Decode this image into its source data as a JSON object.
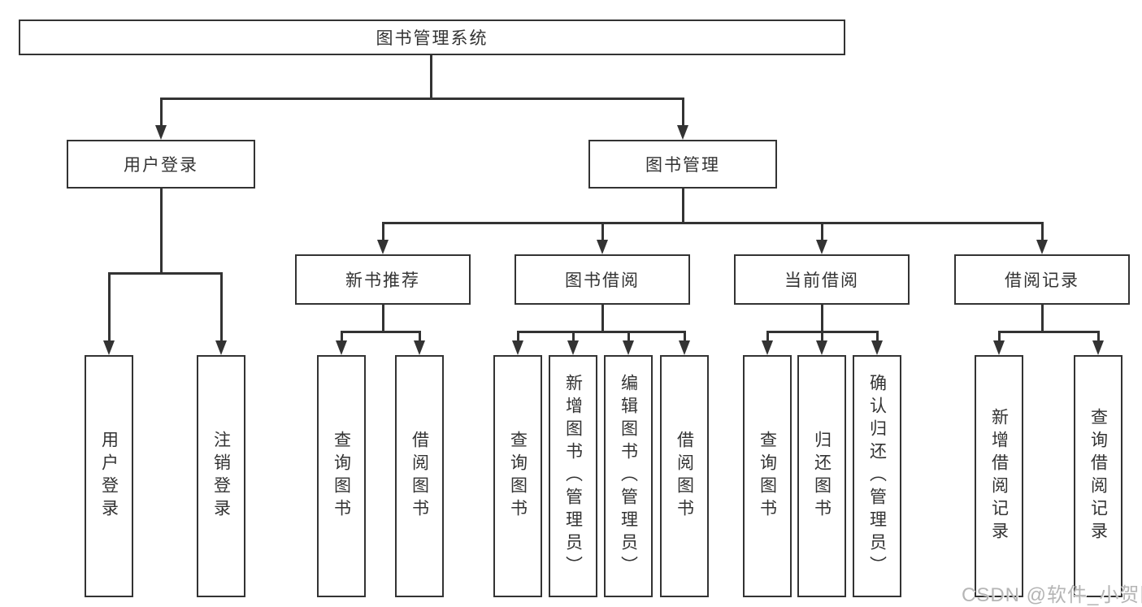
{
  "diagram": {
    "root": "图书管理系统",
    "branches": {
      "user": "用户登录",
      "books": "图书管理"
    },
    "modules": {
      "recommend": "新书推荐",
      "borrow": "图书借阅",
      "current": "当前借阅",
      "records": "借阅记录"
    },
    "leaves": {
      "user_login": "用户登录",
      "user_logout": "注销登录",
      "rec_query_book": "查询图书",
      "rec_borrow_book": "借阅图书",
      "bor_query_book": "查询图书",
      "bor_add_book": "新增图书（管理员）",
      "bor_edit_book": "编辑图书（管理员）",
      "bor_borrow_book": "借阅图书",
      "cur_query_book": "查询图书",
      "cur_return_book": "归还图书",
      "cur_confirm_return": "确认归还（管理员）",
      "log_add_record": "新增借阅记录",
      "log_query_record": "查询借阅记录"
    }
  },
  "watermark": "CSDN @软件_小贺同学",
  "colors": {
    "line": "#333333",
    "text": "#333333",
    "watermark": "#b5b5b5",
    "background": "#ffffff"
  }
}
